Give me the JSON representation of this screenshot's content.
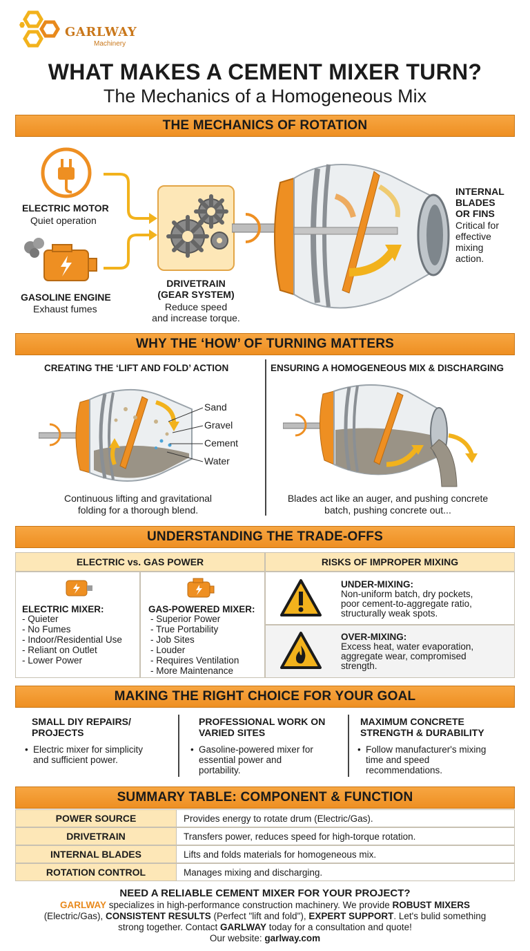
{
  "brand": {
    "name": "GARLWAY",
    "sub": "Machinery"
  },
  "title": "WHAT MAKES A CEMENT MIXER TURN?",
  "subtitle": "The Mechanics of a Homogeneous Mix",
  "section1": {
    "header": "THE MECHANICS OF ROTATION",
    "electric_title": "ELECTRIC MOTOR",
    "electric_desc": "Quiet operation",
    "gas_title": "GASOLINE ENGINE",
    "gas_desc": "Exhaust fumes",
    "drivetrain_title1": "DRIVETRAIN",
    "drivetrain_title2": "(GEAR SYSTEM)",
    "drivetrain_desc1": "Reduce speed",
    "drivetrain_desc2": "and increase torque.",
    "blades_title1": "INTERNAL",
    "blades_title2": "BLADES",
    "blades_title3": "OR FINS",
    "blades_desc1": "Critical for",
    "blades_desc2": "effective",
    "blades_desc3": "mixing",
    "blades_desc4": "action."
  },
  "section2": {
    "header": "WHY THE ‘HOW’ OF TURNING MATTERS",
    "left_title": "CREATING THE ‘LIFT AND FOLD’ ACTION",
    "right_title": "ENSURING A HOMOGENEOUS MIX & DISCHARGING",
    "materials": [
      "Sand",
      "Gravel",
      "Cement",
      "Water"
    ],
    "left_caption1": "Continuous lifting and gravitational",
    "left_caption2": "folding for a thorough blend.",
    "right_caption1": "Blades act like an auger, and pushing concrete",
    "right_caption2": "batch, pushing concrete out..."
  },
  "section3": {
    "header": "UNDERSTANDING THE TRADE-OFFS",
    "left_head": "ELECTRIC vs. GAS POWER",
    "right_head": "RISKS OF IMPROPER MIXING",
    "electric_title": "ELECTRIC MIXER:",
    "electric_items": [
      "- Quieter",
      "- No Fumes",
      "- Indoor/Residential Use",
      "- Reliant on Outlet",
      "- Lower Power"
    ],
    "gas_title": "GAS-POWERED MIXER:",
    "gas_items": [
      "- Superior Power",
      "- True Portability",
      "- Job Sites",
      "- Louder",
      "- Requires Ventilation",
      "- More Maintenance"
    ],
    "under_title": "UNDER-MIXING:",
    "under_lines": [
      "Non-uniform batch, dry pockets,",
      "poor cement-to-aggregate ratio,",
      "structurally weak spots."
    ],
    "over_title": "OVER-MIXING:",
    "over_lines": [
      "Excess heat, water evaporation,",
      "aggregate wear, compromised",
      "strength."
    ]
  },
  "section4": {
    "header": "MAKING THE RIGHT CHOICE FOR YOUR GOAL",
    "col1_title1": "SMALL DIY REPAIRS/",
    "col1_title2": "PROJECTS",
    "col1_text1": "Electric mixer for simplicity",
    "col1_text2": "and sufficient power.",
    "col2_title1": "PROFESSIONAL WORK ON",
    "col2_title2": "VARIED SITES",
    "col2_text1": "Gasoline-powered mixer for",
    "col2_text2": "essential power and",
    "col2_text3": "portability.",
    "col3_title1": "MAXIMUM CONCRETE",
    "col3_title2": "STRENGTH & DURABILITY",
    "col3_text1": "Follow manufacturer's mixing",
    "col3_text2": "time and speed",
    "col3_text3": "recommendations."
  },
  "section5": {
    "header": "SUMMARY TABLE: COMPONENT & FUNCTION",
    "rows": [
      {
        "k": "POWER SOURCE",
        "v": "Provides energy to rotate drum (Electric/Gas)."
      },
      {
        "k": "DRIVETRAIN",
        "v": "Transfers power, reduces speed for high-torque rotation."
      },
      {
        "k": "INTERNAL BLADES",
        "v": "Lifts and folds materials for homogeneous mix."
      },
      {
        "k": "ROTATION CONTROL",
        "v": "Manages mixing and discharging."
      }
    ]
  },
  "footer": {
    "headline": "NEED A RELIABLE CEMENT MIXER FOR YOUR PROJECT?",
    "brand": "GARLWAY",
    "t1": " specializes in high-performance construction machinery. We provide ",
    "b1": "ROBUST MIXERS",
    "t2": "(Electric/Gas), ",
    "b2": "CONSISTENT RESULTS",
    "t3": " (Perfect \"lift and fold\"), ",
    "b3": "EXPERT SUPPORT",
    "t4": ". Let's bulid something",
    "t5": "strong together. Contact ",
    "b4": "GARLWAY",
    "t6": " today for a consultation and quote!",
    "website_label": "Our website: ",
    "website": "garlway.com"
  },
  "colors": {
    "accent": "#ee8f22",
    "light": "#fde7b7",
    "dark": "#1b1b1b"
  }
}
